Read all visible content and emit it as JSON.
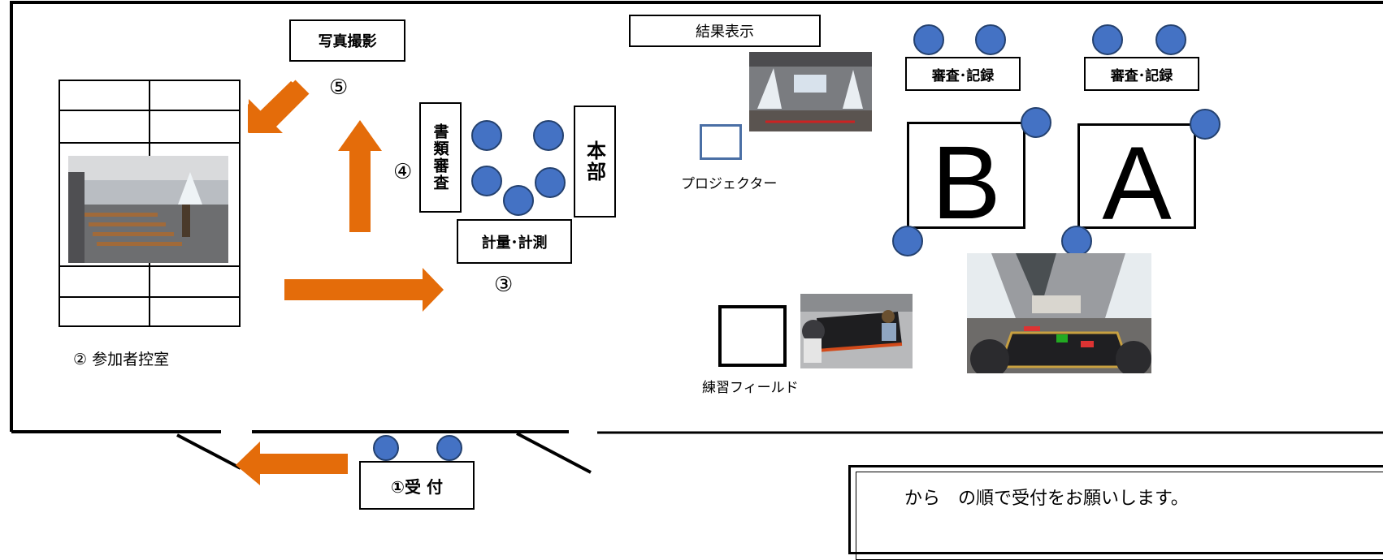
{
  "labels": {
    "photo": "写真撮影",
    "num5": "⑤",
    "docs": "書類審査",
    "num4": "④",
    "hq": "本部",
    "measure": "計量･計測",
    "num3": "③",
    "waiting": "② 参加者控室",
    "reception": "①受 付",
    "results": "結果表示",
    "projector": "プロジェクター",
    "judge1": "審査･記録",
    "judge2": "審査･記録",
    "field_b": "B",
    "field_a": "A",
    "practice": "練習フィールド",
    "note": "から　の順で受付をお願いします。"
  },
  "colors": {
    "arrow": "#e46c0a",
    "dot_fill": "#4472c4",
    "dot_border": "#24416f",
    "projector_border": "#4a6fa5"
  }
}
